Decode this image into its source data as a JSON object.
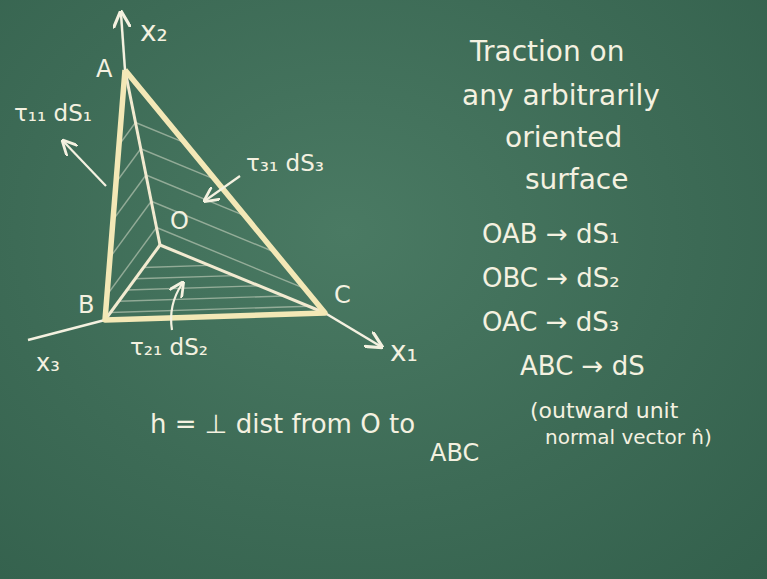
{
  "diagram": {
    "labels": [
      "x₂",
      "A",
      "O",
      "B",
      "x₃",
      "C",
      "x₁",
      "τ₁₁ dS₁",
      "τ₃₁ dS₃",
      "τ₂₁ dS₂",
      "Traction on",
      "any arbitrarily",
      "oriented",
      "surface",
      "OAB → dS₁",
      "OBC → dS₂",
      "OAC → dS₃",
      "ABC → dS",
      "(outward unit",
      "normal vector n̂)",
      "h = ⊥ dist from O to",
      "ABC"
    ]
  }
}
